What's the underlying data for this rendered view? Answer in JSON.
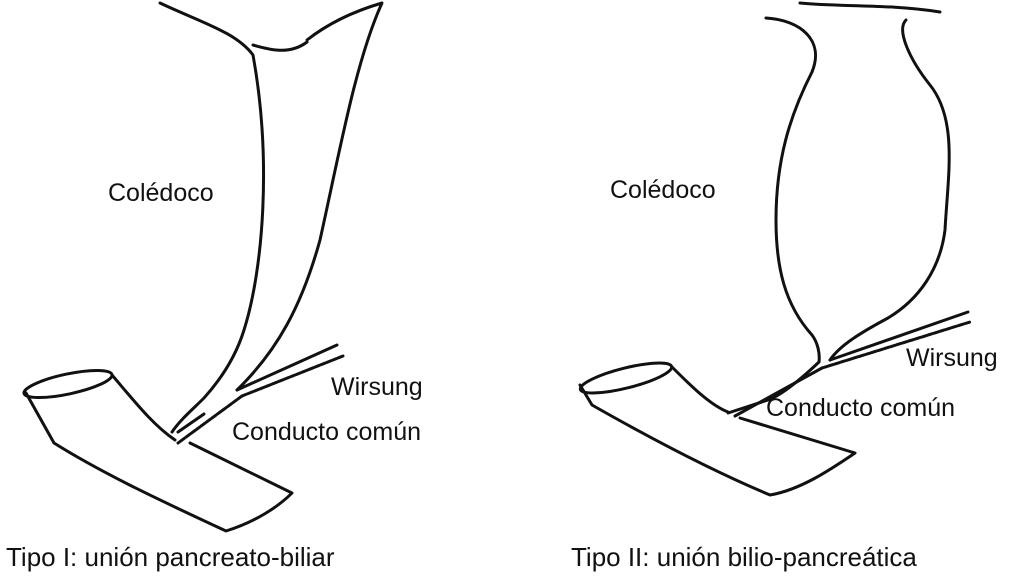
{
  "colors": {
    "ink": "#111111",
    "background": "#ffffff"
  },
  "diagrams": [
    {
      "labels": {
        "choledochus": "Colédoco",
        "wirsung": "Wirsung",
        "common_duct": "Conducto común"
      },
      "caption": "Tipo I: unión pancreato-biliar"
    },
    {
      "labels": {
        "choledochus": "Colédoco",
        "wirsung": "Wirsung",
        "common_duct": "Conducto común"
      },
      "caption": "Tipo II: unión bilio-pancreática"
    }
  ]
}
